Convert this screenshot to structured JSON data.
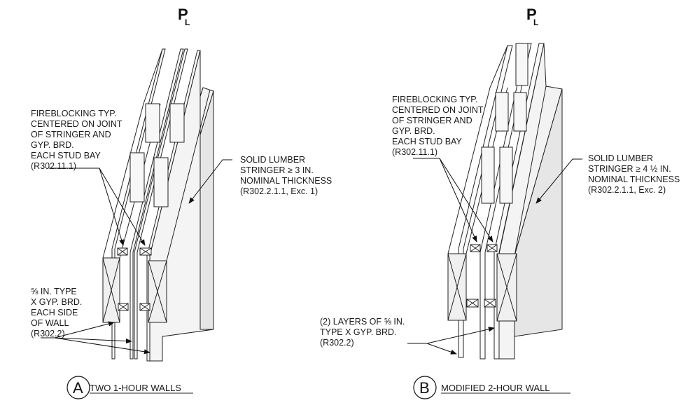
{
  "centerline": {
    "symbol": "P",
    "subscript": "L"
  },
  "wall_a": {
    "letter": "A",
    "caption": "TWO 1-HOUR WALLS",
    "fireblocking": [
      "FIREBLOCKING TYP.",
      "CENTERED ON JOINT",
      "OF STRINGER AND",
      "GYP. BRD.",
      "EACH STUD BAY",
      "(R302.11.1)"
    ],
    "stringer": [
      "SOLID LUMBER",
      "STRINGER ≥ 3 IN.",
      "NOMINAL THICKNESS",
      "(R302.2.1.1, Exc. 1)"
    ],
    "gypsum": [
      "⅝ IN. TYPE",
      "X GYP. BRD.",
      "EACH SIDE",
      "OF WALL",
      "(R302.2)"
    ]
  },
  "wall_b": {
    "letter": "B",
    "caption": "MODIFIED 2-HOUR WALL",
    "fireblocking": [
      "FIREBLOCKING TYP.",
      "CENTERED ON JOINT",
      "OF STRINGER AND",
      "GYP. BRD.",
      "EACH STUD BAY",
      "(R302.11.1)"
    ],
    "stringer": [
      "SOLID LUMBER",
      "STRINGER ≥ 4 ½ IN.",
      "NOMINAL THICKNESS",
      "(R302.2.1.1, Exc. 2)"
    ],
    "gypsum": [
      "(2) LAYERS OF ⅝ IN.",
      "TYPE X GYP. BRD.",
      "(R302.2)"
    ]
  },
  "colors": {
    "line": "#222222",
    "stringer_face": "#ececec",
    "gypsum_face": "#f6f6f6"
  }
}
